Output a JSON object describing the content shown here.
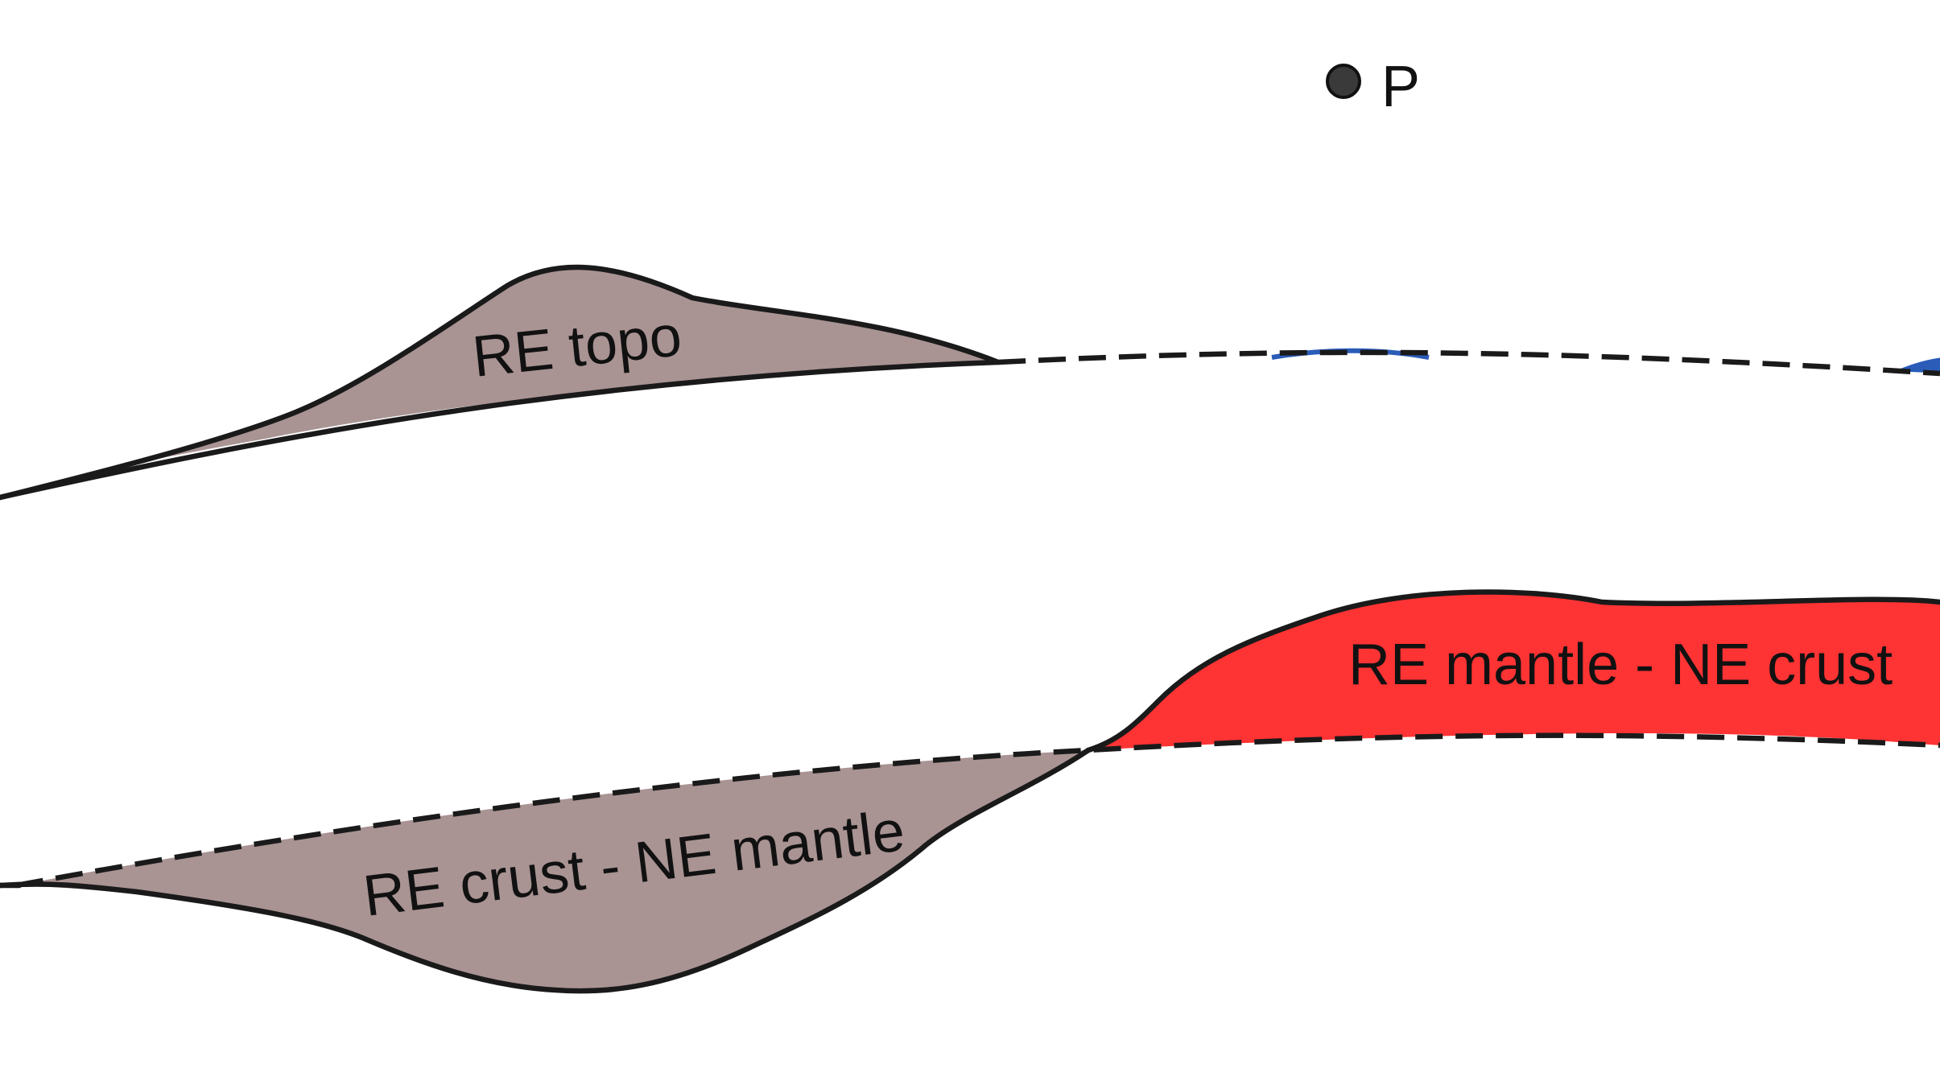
{
  "point": {
    "label": "P"
  },
  "labels": {
    "re_topo": "RE topo",
    "re_mantle_ne_crust": "RE mantle - NE crust",
    "re_crust_ne_mantle": "RE crust - NE mantle"
  },
  "colors": {
    "topo_fill": "#a99393",
    "mantle_fill": "#fe3334",
    "crust_fill": "#a99393",
    "blue_feature": "#2a5cb8",
    "line": "#1a1a1a",
    "point_fill": "#3a3a3a"
  }
}
